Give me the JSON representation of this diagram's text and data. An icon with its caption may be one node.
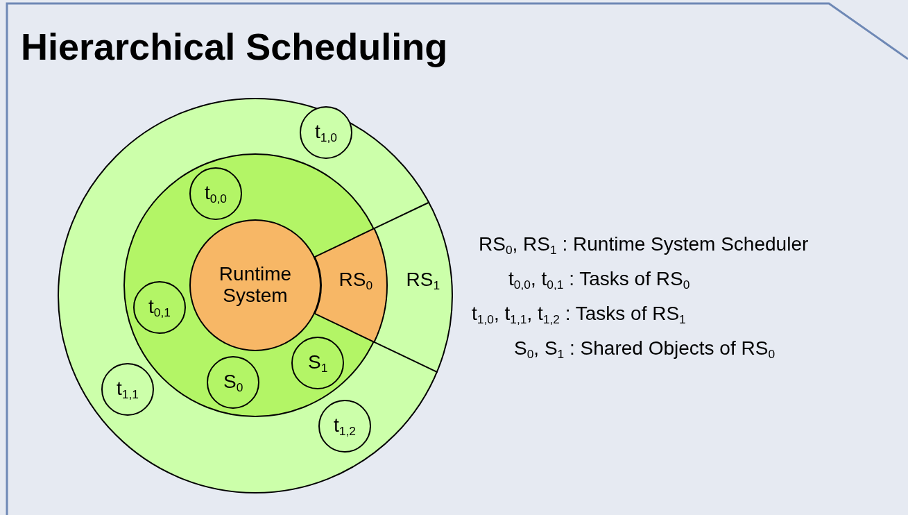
{
  "diagram": {
    "title": "Hierarchical Scheduling",
    "nodes": [
      {
        "text": [
          "RS$_{1}$"
        ]
      },
      {
        "text": [
          "RS$_{0}$"
        ],
        "in": 0
      },
      {
        "text": [
          "Runtime System"
        ],
        "in": 1
      },
      {
        "text": [
          "t$_{1,0}$"
        ],
        "in": 0
      },
      {
        "text": [
          "t$_{0,0}$"
        ],
        "in": 1
      },
      {
        "text": [
          "t$_{0,1}$"
        ],
        "in": 1
      },
      {
        "text": [
          "S$_{0}$"
        ],
        "in": 1
      },
      {
        "text": [
          "S$_{1}$"
        ],
        "in": 1
      },
      {
        "text": [
          "t$_{1,1}$"
        ],
        "in": 0
      },
      {
        "text": [
          "t$_{1,2}$"
        ],
        "in": 0
      }
    ],
    "labels": [
      "RS$_{0}$, RS$_{1}$ : Runtime System Scheduler",
      "t$_{0,0}$, t$_{0,1}$ : Tasks of RS$_{0}$",
      "t$_{1,0}$, t$_{1,1}$, t$_{1,2}$ : Tasks of RS$_{1}$",
      "S$_{0}$, S$_{1}$ : Shared Objects of RS$_{0}$"
    ]
  }
}
